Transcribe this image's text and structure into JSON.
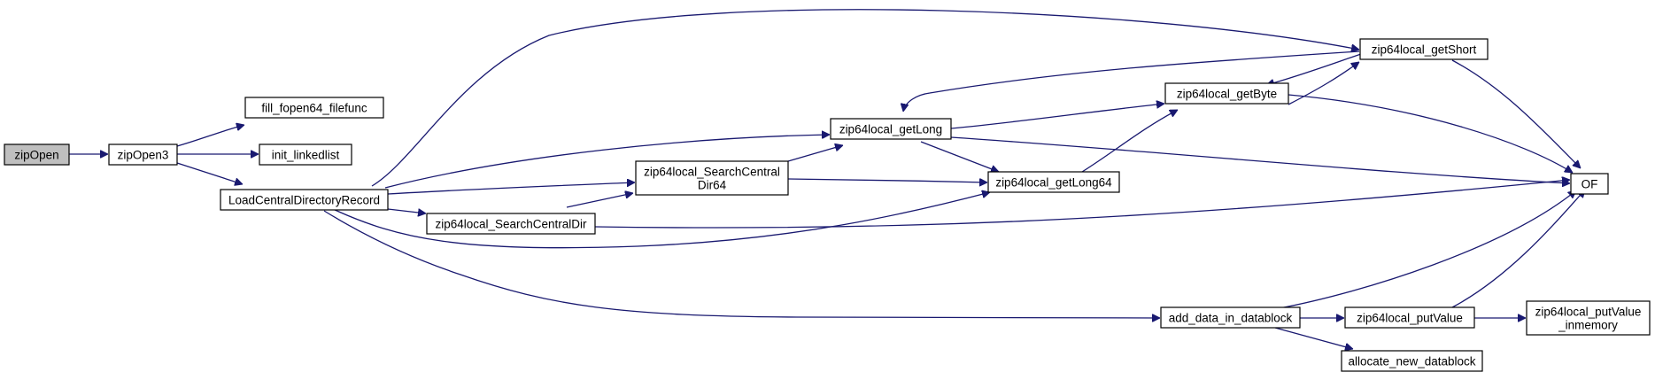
{
  "graph": {
    "edge_color": "#191970",
    "root_fill": "#bfbfbf",
    "nodes": {
      "zipOpen": [
        "zipOpen"
      ],
      "zipOpen3": [
        "zipOpen3"
      ],
      "fill_fopen64_filefunc": [
        "fill_fopen64_filefunc"
      ],
      "init_linkedlist": [
        "init_linkedlist"
      ],
      "LoadCentralDirectoryRecord": [
        "LoadCentralDirectoryRecord"
      ],
      "zip64local_SearchCentralDir64": [
        "zip64local_SearchCentral",
        "Dir64"
      ],
      "zip64local_SearchCentralDir": [
        "zip64local_SearchCentralDir"
      ],
      "zip64local_getLong": [
        "zip64local_getLong"
      ],
      "zip64local_getLong64": [
        "zip64local_getLong64"
      ],
      "zip64local_getByte": [
        "zip64local_getByte"
      ],
      "zip64local_getShort": [
        "zip64local_getShort"
      ],
      "OF": [
        "OF"
      ],
      "add_data_in_datablock": [
        "add_data_in_datablock"
      ],
      "zip64local_putValue": [
        "zip64local_putValue"
      ],
      "zip64local_putValue_inmemory": [
        "zip64local_putValue",
        "_inmemory"
      ],
      "allocate_new_datablock": [
        "allocate_new_datablock"
      ]
    }
  }
}
